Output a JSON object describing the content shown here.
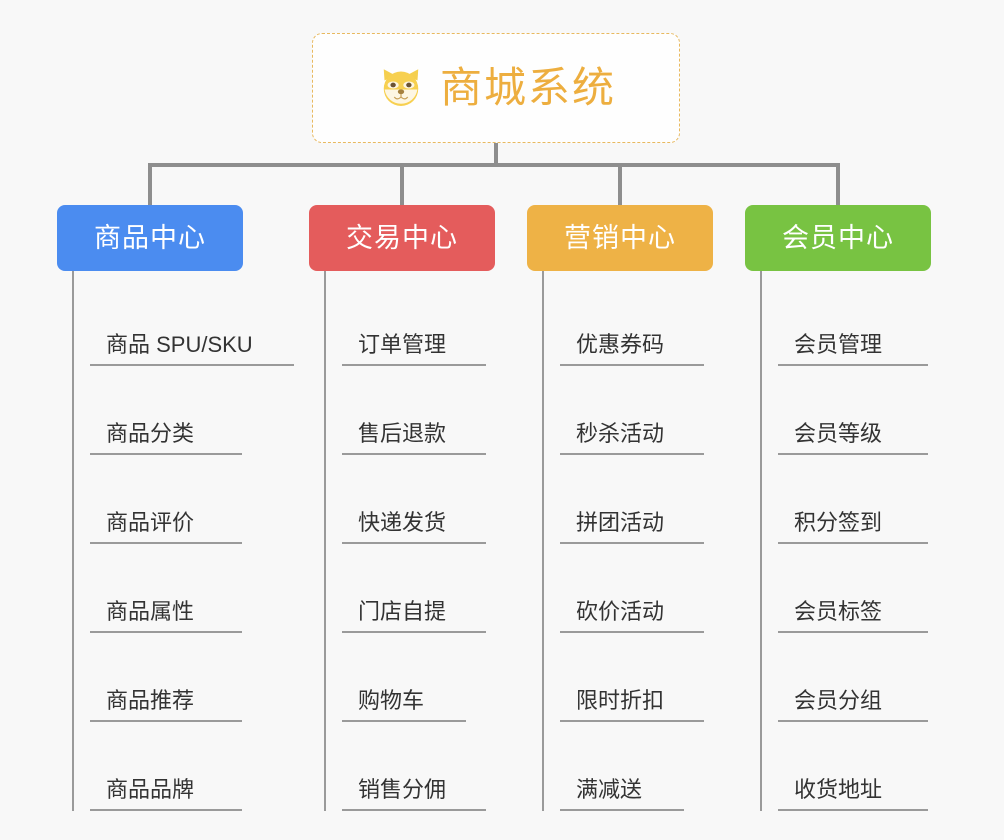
{
  "diagram": {
    "background_color": "#f8f8f8",
    "root": {
      "title": "商城系统",
      "icon": "dog-face-icon",
      "text_color": "#edae3f",
      "border_color": "#e8b95f"
    },
    "columns": [
      {
        "id": "product-center",
        "title": "商品中心",
        "color": "#4b8cf0",
        "items": [
          {
            "label": "商品 SPU/SKU"
          },
          {
            "label": "商品分类"
          },
          {
            "label": "商品评价"
          },
          {
            "label": "商品属性"
          },
          {
            "label": "商品推荐"
          },
          {
            "label": "商品品牌"
          }
        ]
      },
      {
        "id": "trade-center",
        "title": "交易中心",
        "color": "#e45c5c",
        "items": [
          {
            "label": "订单管理"
          },
          {
            "label": "售后退款"
          },
          {
            "label": "快递发货"
          },
          {
            "label": "门店自提"
          },
          {
            "label": "购物车"
          },
          {
            "label": "销售分佣"
          }
        ]
      },
      {
        "id": "marketing-center",
        "title": "营销中心",
        "color": "#eeb246",
        "items": [
          {
            "label": "优惠券码"
          },
          {
            "label": "秒杀活动"
          },
          {
            "label": "拼团活动"
          },
          {
            "label": "砍价活动"
          },
          {
            "label": "限时折扣"
          },
          {
            "label": "满减送"
          }
        ]
      },
      {
        "id": "member-center",
        "title": "会员中心",
        "color": "#78c342",
        "items": [
          {
            "label": "会员管理"
          },
          {
            "label": "会员等级"
          },
          {
            "label": "积分签到"
          },
          {
            "label": "会员标签"
          },
          {
            "label": "会员分组"
          },
          {
            "label": "收货地址"
          }
        ]
      }
    ],
    "connector_color": "#8e8e8e",
    "leaf_line_color": "#9a9a9a"
  }
}
